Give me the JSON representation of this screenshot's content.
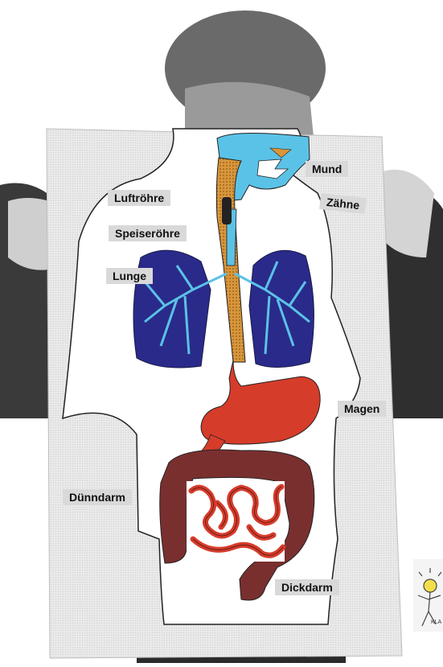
{
  "labels": {
    "luftroehre": "Luftröhre",
    "speiseroehre": "Speiseröhre",
    "lunge": "Lunge",
    "mund": "Mund",
    "zaehne": "Zähne",
    "magen": "Magen",
    "duenndarm": "Dünndarm",
    "dickdarm": "Dickdarm"
  },
  "stamp": {
    "text": "KLA"
  },
  "colors": {
    "airway": "#5bc2e7",
    "lung_dark": "#2a2a8a",
    "esophagus": "#d9963a",
    "stomach": "#d63c2a",
    "large_intestine": "#7a2f2f",
    "label_bg": "#d9d9d9"
  }
}
